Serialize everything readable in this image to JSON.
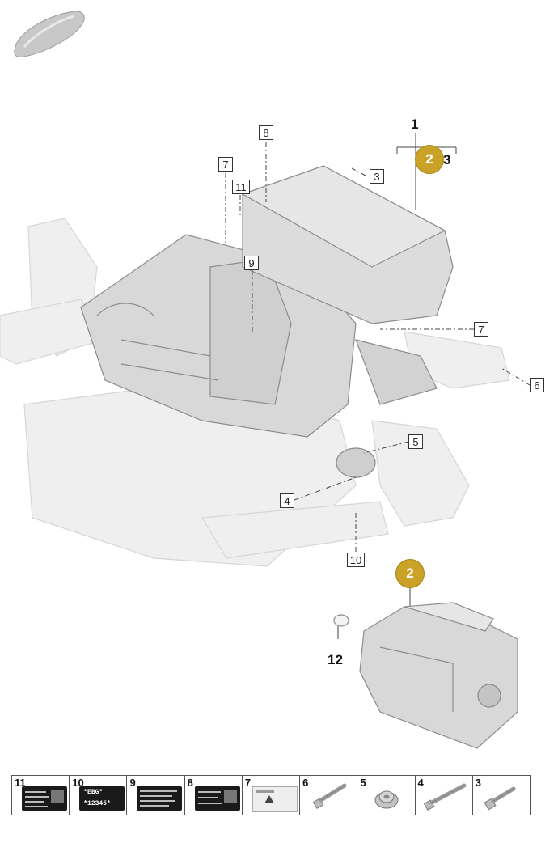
{
  "diagram": {
    "callouts": [
      {
        "id": "c8",
        "label": "8"
      },
      {
        "id": "c7a",
        "label": "7"
      },
      {
        "id": "c11",
        "label": "11"
      },
      {
        "id": "c3",
        "label": "3"
      },
      {
        "id": "c9",
        "label": "9"
      },
      {
        "id": "c7b",
        "label": "7"
      },
      {
        "id": "c6",
        "label": "6"
      },
      {
        "id": "c5",
        "label": "5"
      },
      {
        "id": "c4",
        "label": "4"
      },
      {
        "id": "c10",
        "label": "10"
      }
    ],
    "plain_labels": {
      "group_1": "1",
      "group_3": "3",
      "seal_12": "12"
    },
    "badges": {
      "top": "2",
      "lower": "2"
    },
    "colors": {
      "badge_gold": "#c9a227",
      "part_fill": "#d8d8d8",
      "ghost_fill": "#efefef"
    }
  },
  "legend": {
    "cells": [
      {
        "number": "11",
        "kind": "label-sticker",
        "lines": []
      },
      {
        "number": "10",
        "kind": "label-sticker",
        "lines": [
          "*EBG*",
          "*12345*"
        ]
      },
      {
        "number": "9",
        "kind": "label-sticker",
        "lines": []
      },
      {
        "number": "8",
        "kind": "label-sticker",
        "lines": []
      },
      {
        "number": "7",
        "kind": "warning-sticker",
        "lines": []
      },
      {
        "number": "6",
        "kind": "bolt-long",
        "lines": []
      },
      {
        "number": "5",
        "kind": "nut",
        "lines": []
      },
      {
        "number": "4",
        "kind": "bolt-long",
        "lines": []
      },
      {
        "number": "3",
        "kind": "bolt-short",
        "lines": []
      }
    ]
  }
}
